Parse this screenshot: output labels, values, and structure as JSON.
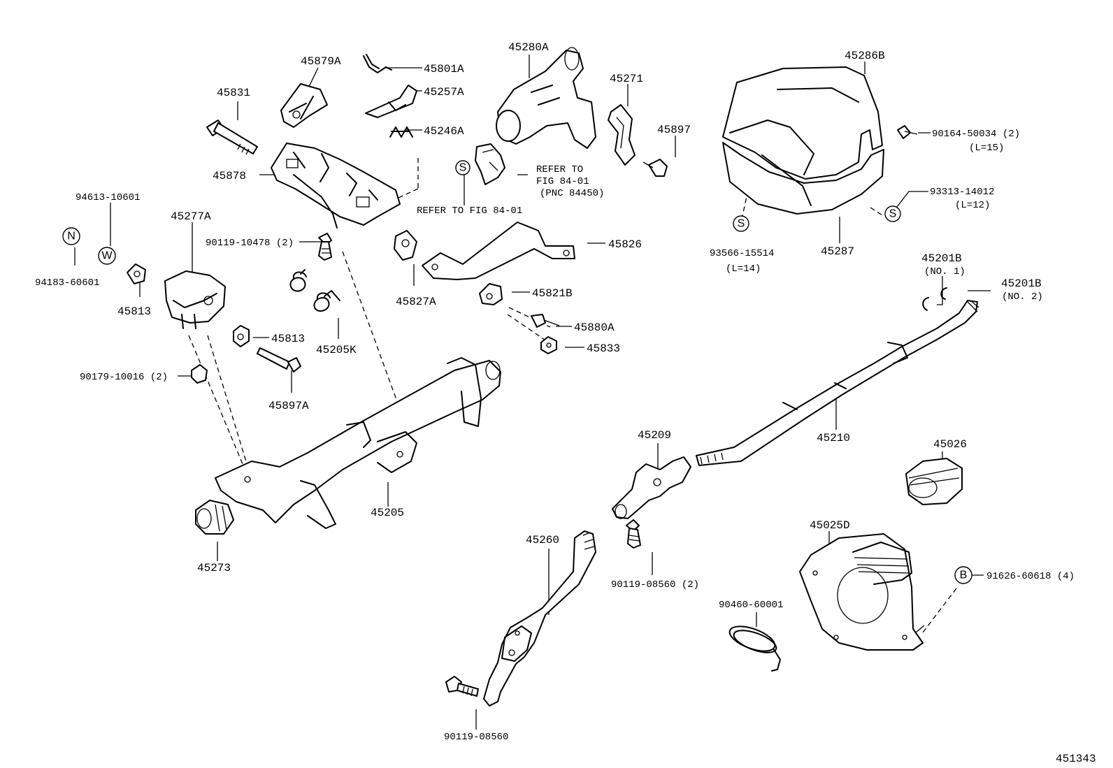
{
  "diagram_id": "451343",
  "symbols": {
    "n": "N",
    "w": "W",
    "s": "S",
    "b": "B"
  },
  "labels": {
    "p45879A": "45879A",
    "p45801A": "45801A",
    "p45257A": "45257A",
    "p45246A": "45246A",
    "p45831": "45831",
    "p45878": "45878",
    "p45280A": "45280A",
    "p45271": "45271",
    "p45897": "45897",
    "p45286B": "45286B",
    "p90164": "90164-50034 (2)",
    "p90164_len": "(L=15)",
    "p93313": "93313-14012",
    "p93313_len": "(L=12)",
    "p93566": "93566-15514",
    "p93566_len": "(L=14)",
    "p45287": "45287",
    "p94613": "94613-10601",
    "p94183": "94183-60601",
    "p45277A": "45277A",
    "p45813a": "45813",
    "p90119_10478": "90119-10478 (2)",
    "p45827A": "45827A",
    "p45826": "45826",
    "p45821B": "45821B",
    "p45880A": "45880A",
    "p45833": "45833",
    "p45813b": "45813",
    "p45205K": "45205K",
    "p90179": "90179-10016 (2)",
    "p45897A": "45897A",
    "p45201B_1": "45201B",
    "p45201B_1_no": "(NO. 1)",
    "p45201B_2": "45201B",
    "p45201B_2_no": "(NO. 2)",
    "p45210": "45210",
    "p45209": "45209",
    "p45026": "45026",
    "p45205": "45205",
    "p45273": "45273",
    "p45260": "45260",
    "p90119_08560_2": "90119-08560 (2)",
    "p45025D": "45025D",
    "p91626": "91626-60618 (4)",
    "p90460": "90460-60001",
    "p90119_08560": "90119-08560"
  },
  "refs": {
    "ref1_line1": "REFER TO",
    "ref1_line2": "FIG 84-01",
    "ref1_line3": "(PNC 84450)",
    "ref2": "REFER TO FIG 84-01"
  }
}
